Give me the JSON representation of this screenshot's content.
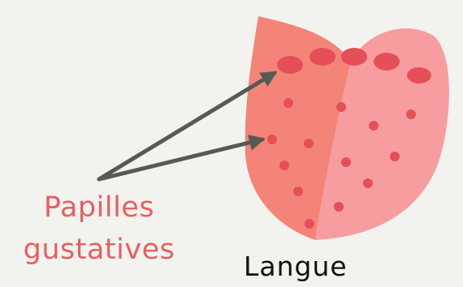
{
  "labels": {
    "papilles_line1": "Papilles",
    "papilles_line2": "gustatives",
    "langue": "Langue"
  },
  "colors": {
    "background": "#f2f2ef",
    "tongue_left": "#f48478",
    "tongue_right": "#f79da0",
    "papillae": "#e54f58",
    "arrow": "#555a55",
    "label_accent": "#e56060",
    "label_dark": "#111111"
  }
}
